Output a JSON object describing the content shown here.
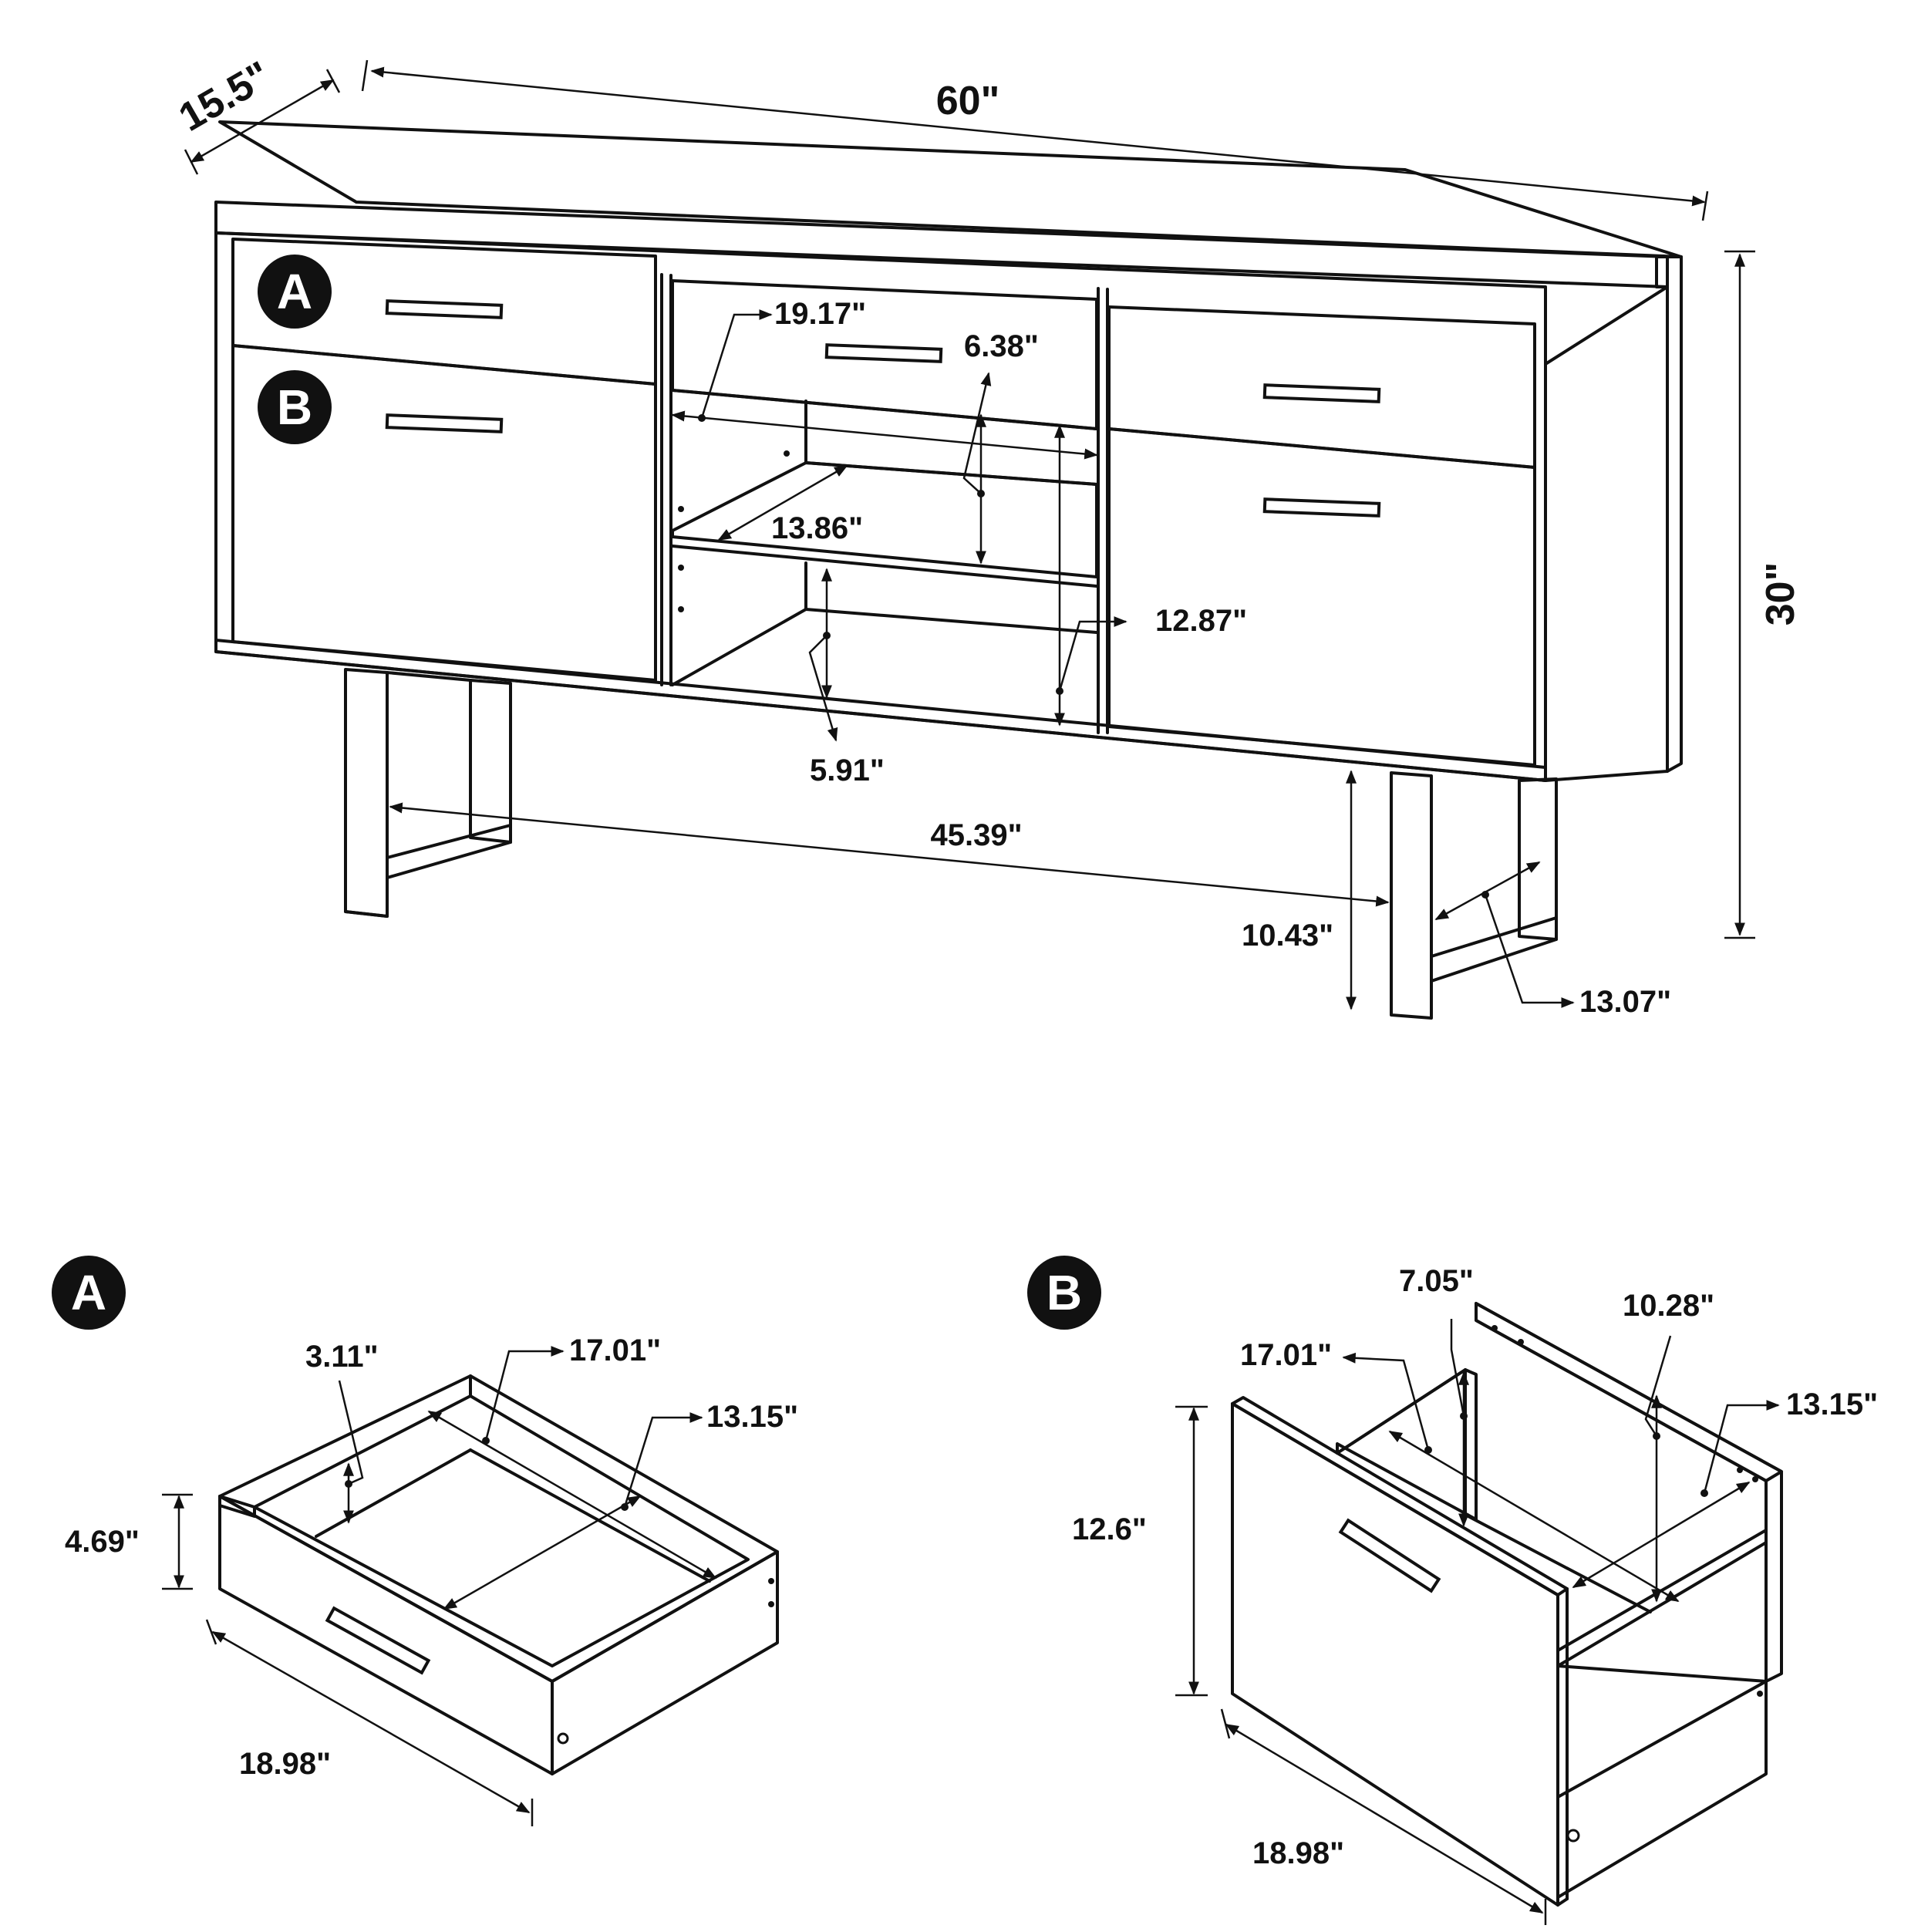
{
  "main_view": {
    "dims": {
      "width": "60\"",
      "depth": "15.5\"",
      "height": "30\"",
      "shelf_width": "19.17\"",
      "shelf_spacing_upper": "6.38\"",
      "shelf_depth": "13.86\"",
      "open_height": "12.87\"",
      "shelf_spacing_lower": "5.91\"",
      "leg_span": "45.39\"",
      "clearance": "10.43\"",
      "leg_depth": "13.07\""
    },
    "badges": {
      "a": "A",
      "b": "B"
    }
  },
  "drawer_a": {
    "badge": "A",
    "dims": {
      "inner_height": "3.11\"",
      "inner_depth": "17.01\"",
      "inner_width": "13.15\"",
      "front_height": "4.69\"",
      "front_width": "18.98\""
    }
  },
  "drawer_b": {
    "badge": "B",
    "dims": {
      "inner_height": "7.05\"",
      "rail_height": "10.28\"",
      "inner_depth": "17.01\"",
      "inner_width": "13.15\"",
      "front_height": "12.6\"",
      "front_width": "18.98\""
    }
  }
}
